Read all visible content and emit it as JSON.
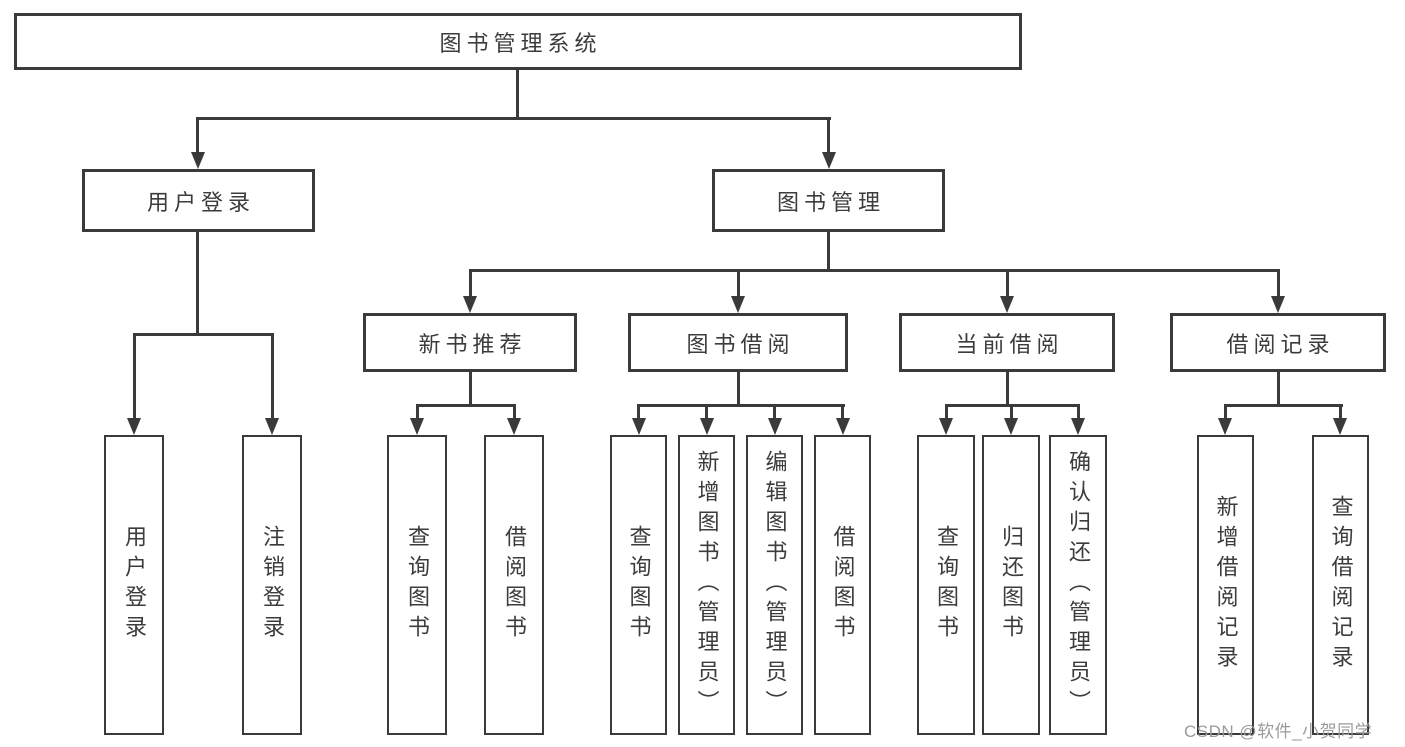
{
  "diagram_title": "图书管理系统",
  "watermark": "CSDN @软件_小贺同学",
  "colors": {
    "line": "#3a3a3a",
    "text": "#3c3c3c",
    "watermark": "#9b9b9b",
    "background": "#ffffff"
  },
  "tree": {
    "root": {
      "label": "图书管理系统"
    },
    "branches": [
      {
        "label": "用户登录",
        "leaves": [
          {
            "label": "用户登录"
          },
          {
            "label": "注销登录"
          }
        ]
      },
      {
        "label": "图书管理",
        "groups": [
          {
            "label": "新书推荐",
            "leaves": [
              {
                "label": "查询图书"
              },
              {
                "label": "借阅图书"
              }
            ]
          },
          {
            "label": "图书借阅",
            "leaves": [
              {
                "label": "查询图书"
              },
              {
                "label": "新增图书（管理员）"
              },
              {
                "label": "编辑图书（管理员）"
              },
              {
                "label": "借阅图书"
              }
            ]
          },
          {
            "label": "当前借阅",
            "leaves": [
              {
                "label": "查询图书"
              },
              {
                "label": "归还图书"
              },
              {
                "label": "确认归还（管理员）"
              }
            ]
          },
          {
            "label": "借阅记录",
            "leaves": [
              {
                "label": "新增借阅记录"
              },
              {
                "label": "查询借阅记录"
              }
            ]
          }
        ]
      }
    ]
  }
}
